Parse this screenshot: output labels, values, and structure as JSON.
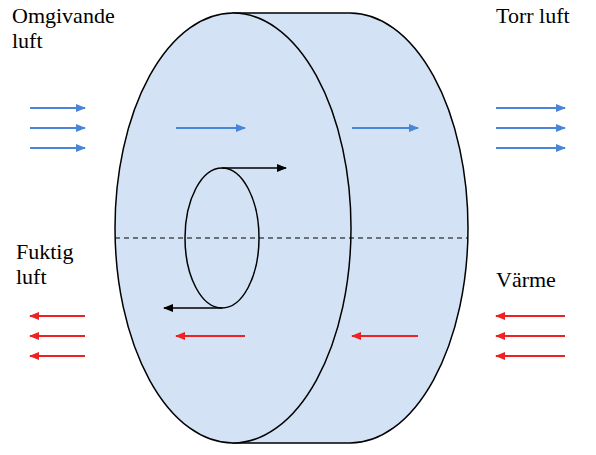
{
  "diagram": {
    "labels": [
      "Omgivande luft",
      "Torr luft",
      "Fuktig luft",
      "Värme"
    ]
  }
}
